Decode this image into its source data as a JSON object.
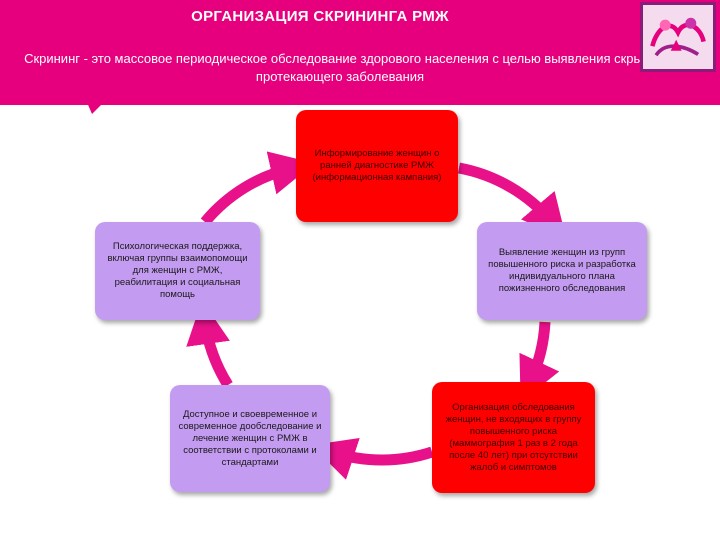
{
  "header": {
    "title": "ОРГАНИЗАЦИЯ СКРИНИНГА РМЖ",
    "definition": "Скрининг - это массовое периодическое обследование здорового населения с целью выявления скрыто протекающего заболевания"
  },
  "cycle": {
    "nodes": [
      {
        "text": "Информирование женщин о ранней диагностике РМЖ (информационная кампания)",
        "fill": "#ff0000"
      },
      {
        "text": "Выявление женщин из групп повышенного риска и разработка индивидуального плана пожизненного обследования",
        "fill": "#c39bf0"
      },
      {
        "text": "Организация обследования женщин, не входящих в группу повышенного риска (маммография 1 раз в 2 года после 40 лет) при отсутствии жалоб и симптомов",
        "fill": "#ff0000"
      },
      {
        "text": "Доступное и своевременное и современное дообследование и лечение женщин с РМЖ в соответствии с протоколами и стандартами",
        "fill": "#c39bf0"
      },
      {
        "text": "Психологическая поддержка, включая группы взаимопомощи для женщин с РМЖ, реабилитация и социальная помощь",
        "fill": "#c39bf0"
      }
    ]
  },
  "colors": {
    "accent": "#e6007e",
    "ring": "#e8118a",
    "red_node": "#ff0000",
    "lilac_node": "#c39bf0"
  }
}
